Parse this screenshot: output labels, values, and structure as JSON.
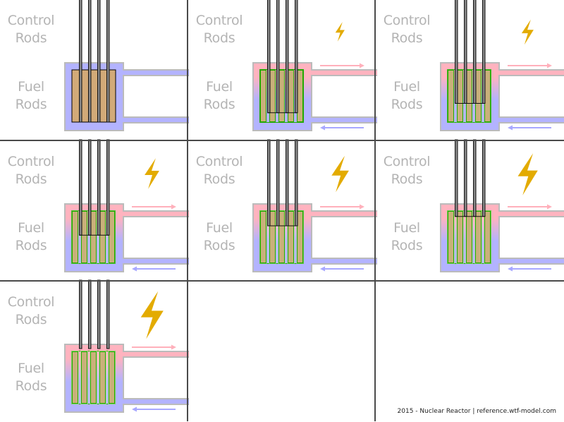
{
  "title": "Nuclear Reactor",
  "labels": {
    "control_rods": [
      "Control",
      "Rods"
    ],
    "fuel_rods": [
      "Fuel",
      "Rods"
    ]
  },
  "footer": "2015 - Nuclear Reactor | reference.wtf-model.com",
  "colors": {
    "coolant_cold": "#b3b3ff",
    "coolant_hot": "#ffb3bf",
    "vessel_border": "#bbbbbb",
    "fuel_inactive": "#d2aa78",
    "fuel_active": "#c9b07a",
    "fuel_active_outline": "#22aa00",
    "fuel_glow": "#bff0a0",
    "control_rod": "#888888",
    "control_rod_outline": "#111111",
    "lightning": "#e3ab00",
    "arrow_hot": "#ffb0bb",
    "arrow_cold": "#a8a8ff",
    "label_text": "#b4b4b4",
    "divider": "#4a4a4a"
  },
  "stages": [
    {
      "stage": 1,
      "control_rod_insertion": 1.0,
      "heated": false,
      "power_level": 0
    },
    {
      "stage": 2,
      "control_rod_insertion": 0.83,
      "heated": true,
      "power_level": 1
    },
    {
      "stage": 3,
      "control_rod_insertion": 0.66,
      "heated": true,
      "power_level": 2
    },
    {
      "stage": 4,
      "control_rod_insertion": 0.49,
      "heated": true,
      "power_level": 3
    },
    {
      "stage": 5,
      "control_rod_insertion": 0.32,
      "heated": true,
      "power_level": 4
    },
    {
      "stage": 6,
      "control_rod_insertion": 0.15,
      "heated": true,
      "power_level": 5
    },
    {
      "stage": 7,
      "control_rod_insertion": 0.0,
      "heated": true,
      "power_level": 6
    }
  ]
}
